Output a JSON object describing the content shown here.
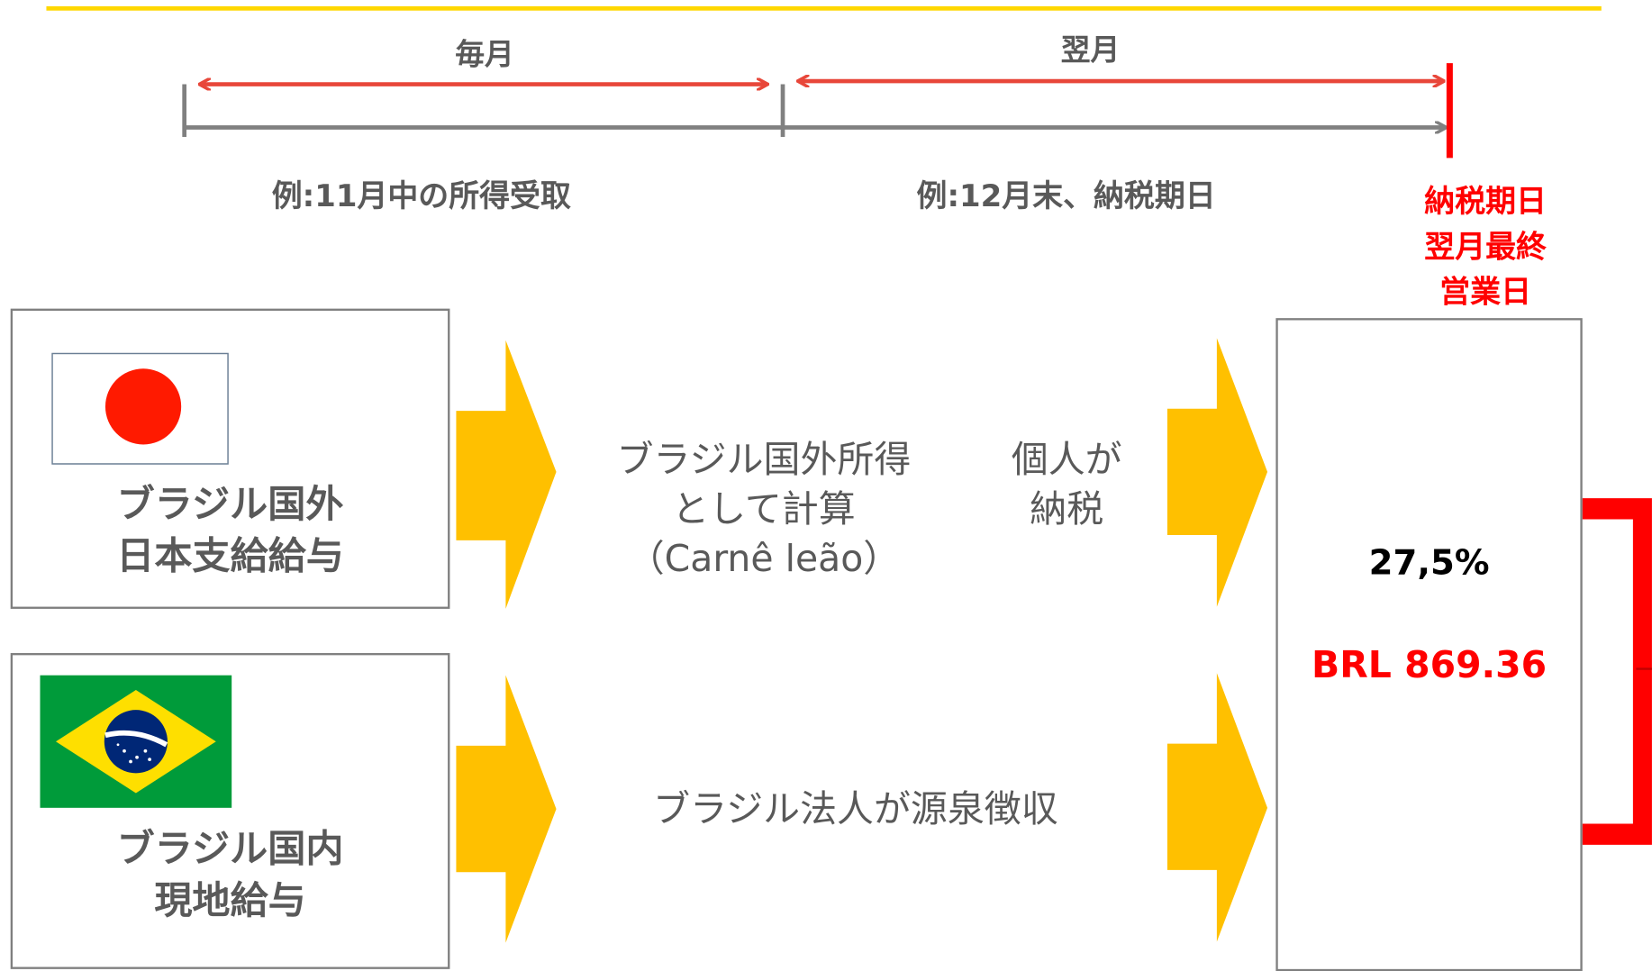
{
  "colors": {
    "gold_line": "#ffd700",
    "arrow_red": "#e8473a",
    "deadline_red": "#ff0000",
    "timeline_gray": "#808080",
    "chevron_gold": "#ffc000",
    "text_gray": "#595959",
    "amount_red": "#ff0000",
    "flag_green": "#009b3a",
    "flag_yellow": "#fedf00",
    "flag_blue": "#002776"
  },
  "timeline": {
    "monthly_label": "毎月",
    "next_month_label": "翌月",
    "example_receipt": "例:11月中の所得受取",
    "example_payment": "例:12月末、納税期日",
    "deadline_lines": [
      "納税期日",
      "翌月最終",
      "営業日"
    ]
  },
  "rows": {
    "foreign": {
      "flag": "japan-flag",
      "label_lines": [
        "ブラジル国外",
        "日本支給給与"
      ],
      "calc_lines": [
        "ブラジル国外所得",
        "として計算",
        "（Carnê leão）"
      ],
      "payer_lines": [
        "個人が",
        "納税"
      ]
    },
    "domestic": {
      "flag": "brazil-flag",
      "label_lines": [
        "ブラジル国内",
        "現地給与"
      ],
      "withholding": "ブラジル法人が源泉徴収"
    }
  },
  "result": {
    "rate": "27,5%",
    "amount": "BRL 869.36"
  }
}
